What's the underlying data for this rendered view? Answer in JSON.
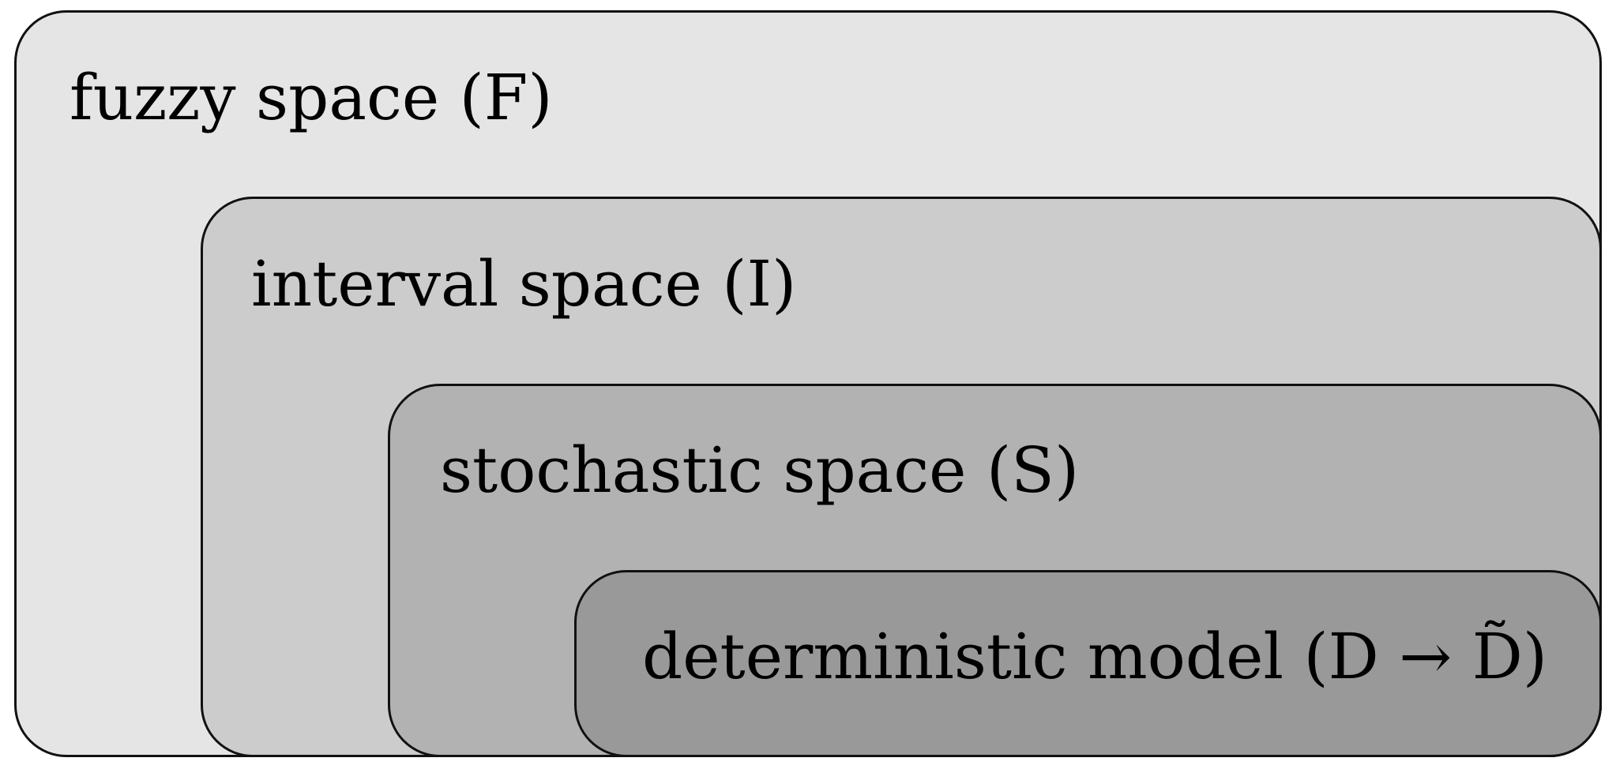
{
  "diagram": {
    "levels": [
      {
        "label": "fuzzy space (F)",
        "fill": "#e5e5e5"
      },
      {
        "label": "interval space (I)",
        "fill": "#cccccc"
      },
      {
        "label": "stochastic space (S)",
        "fill": "#b2b2b2"
      },
      {
        "label": "deterministic model (D → D̃)",
        "fill": "#999999"
      }
    ],
    "border_color": "#111111"
  }
}
